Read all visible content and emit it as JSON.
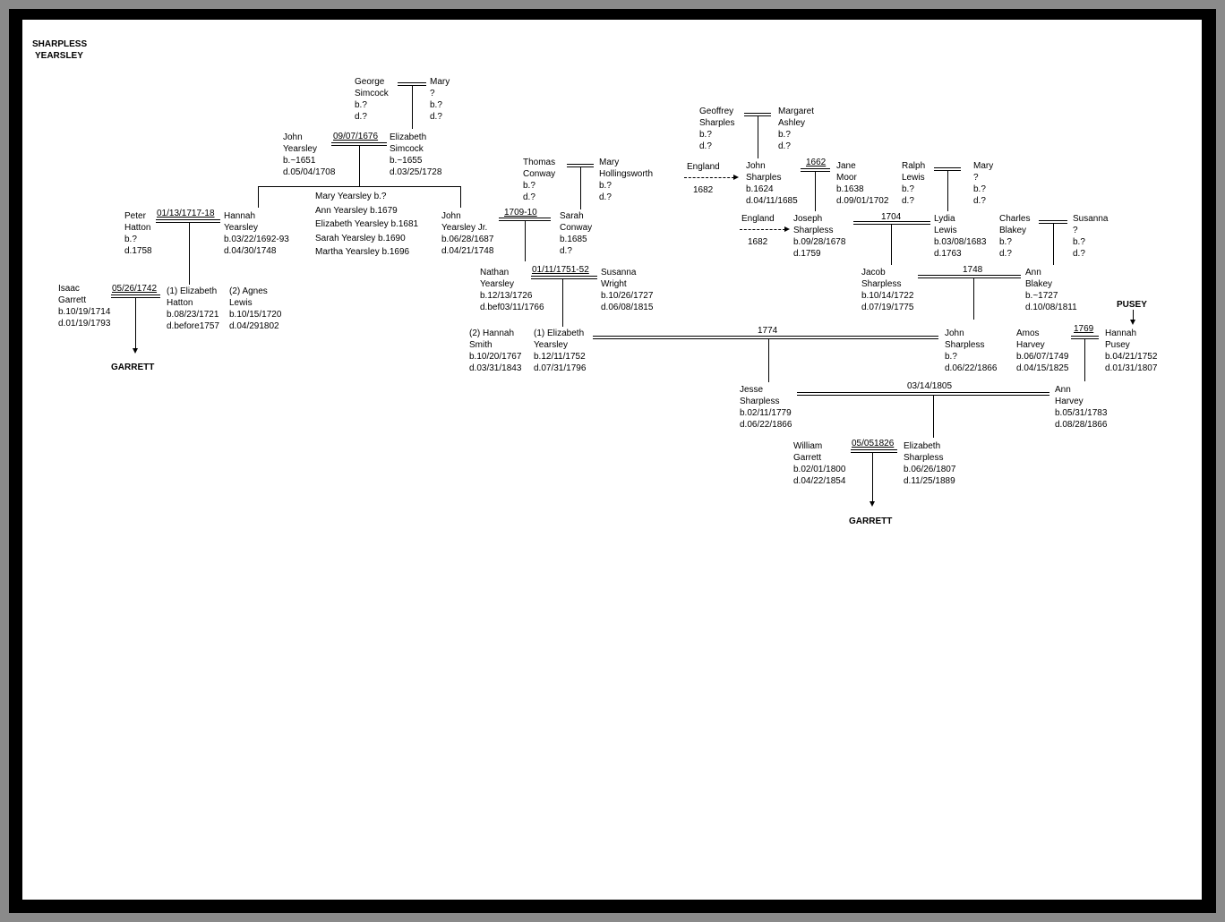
{
  "title": [
    "SHARPLESS",
    "YEARSLEY"
  ],
  "people": {
    "george_simcock": [
      "George",
      "Simcock",
      "b.?",
      "d.?"
    ],
    "mary_q1": [
      "Mary",
      "?",
      "b.?",
      "d.?"
    ],
    "john_yearsley": [
      "John",
      "Yearsley",
      "b.~1651",
      "d.05/04/1708"
    ],
    "elizabeth_simcock": [
      "Elizabeth",
      "Simcock",
      "b.~1655",
      "d.03/25/1728"
    ],
    "yearsley_siblings": [
      "Mary Yearsley b.?",
      "Ann Yearsley b.1679",
      "Elizabeth Yearsley b.1681",
      "Sarah Yearsley b.1690",
      "Martha Yearsley b.1696"
    ],
    "peter_hatton": [
      "Peter",
      "Hatton",
      "b.?",
      "d.1758"
    ],
    "hannah_yearsley": [
      "Hannah",
      "Yearsley",
      "b.03/22/1692-93",
      "d.04/30/1748"
    ],
    "john_yearsley_jr": [
      "John",
      "Yearsley Jr.",
      "b.06/28/1687",
      "d.04/21/1748"
    ],
    "thomas_conway": [
      "Thomas",
      "Conway",
      "b.?",
      "d.?"
    ],
    "mary_hollingsworth": [
      "Mary",
      "Hollingsworth",
      "b.?",
      "d.?"
    ],
    "sarah_conway": [
      "Sarah",
      "Conway",
      "b.1685",
      "d.?"
    ],
    "isaac_garrett": [
      "Isaac",
      "Garrett",
      "b.10/19/1714",
      "d.01/19/1793"
    ],
    "elizabeth_hatton": [
      "(1) Elizabeth",
      "Hatton",
      "b.08/23/1721",
      "d.before1757"
    ],
    "agnes_lewis": [
      "(2) Agnes",
      "Lewis",
      "b.10/15/1720",
      "d.04/291802"
    ],
    "nathan_yearsley": [
      "Nathan",
      "Yearsley",
      "b.12/13/1726",
      "d.bef03/11/1766"
    ],
    "susanna_wright": [
      "Susanna",
      "Wright",
      "b.10/26/1727",
      "d.06/08/1815"
    ],
    "hannah_smith": [
      "(2) Hannah",
      "Smith",
      "b.10/20/1767",
      "d.03/31/1843"
    ],
    "elizabeth_yearsley": [
      "(1) Elizabeth",
      "Yearsley",
      "b.12/11/1752",
      "d.07/31/1796"
    ],
    "geoffrey_sharples": [
      "Geoffrey",
      "Sharples",
      "b.?",
      "d.?"
    ],
    "margaret_ashley": [
      "Margaret",
      "Ashley",
      "b.?",
      "d.?"
    ],
    "john_sharples": [
      "John",
      "Sharples",
      "b.1624",
      "d.04/11/1685"
    ],
    "jane_moor": [
      "Jane",
      "Moor",
      "b.1638",
      "d.09/01/1702"
    ],
    "ralph_lewis": [
      "Ralph",
      "Lewis",
      "b.?",
      "d.?"
    ],
    "mary_q2": [
      "Mary",
      "?",
      "b.?",
      "d.?"
    ],
    "joseph_sharpless": [
      "Joseph",
      "Sharpless",
      "b.09/28/1678",
      "d.1759"
    ],
    "lydia_lewis": [
      "Lydia",
      "Lewis",
      "b.03/08/1683",
      "d.1763"
    ],
    "charles_blakey": [
      "Charles",
      "Blakey",
      "b.?",
      "d.?"
    ],
    "susanna_q": [
      "Susanna",
      "?",
      "b.?",
      "d.?"
    ],
    "jacob_sharpless": [
      "Jacob",
      "Sharpless",
      "b.10/14/1722",
      "d.07/19/1775"
    ],
    "ann_blakey": [
      "Ann",
      "Blakey",
      "b.~1727",
      "d.10/08/1811"
    ],
    "john_sharpless": [
      "John",
      "Sharpless",
      "b.?",
      "d.06/22/1866"
    ],
    "amos_harvey": [
      "Amos",
      "Harvey",
      "b.06/07/1749",
      "d.04/15/1825"
    ],
    "hannah_pusey": [
      "Hannah",
      "Pusey",
      "b.04/21/1752",
      "d.01/31/1807"
    ],
    "jesse_sharpless": [
      "Jesse",
      "Sharpless",
      "b.02/11/1779",
      "d.06/22/1866"
    ],
    "ann_harvey": [
      "Ann",
      "Harvey",
      "b.05/31/1783",
      "d.08/28/1866"
    ],
    "william_garrett": [
      "William",
      "Garrett",
      "b.02/01/1800",
      "d.04/22/1854"
    ],
    "elizabeth_sharpless": [
      "Elizabeth",
      "Sharpless",
      "b.06/26/1807",
      "d.11/25/1889"
    ]
  },
  "marriage_dates": {
    "yearsley_simcock": "09/07/1676",
    "hatton_yearsley": "01/13/1717-18",
    "yearsley_conway": "1709-10",
    "garrett_hatton": "05/26/1742",
    "nathan_susanna": "01/11/1751-52",
    "sharples_moor": "1662",
    "sharpless_lewis": "1704",
    "jacob_ann": "1748",
    "elizabeth_john": "1774",
    "harvey_pusey": "1769",
    "jesse_ann": "03/14/1805",
    "garrett_sharpless": "05/051826"
  },
  "immigration": [
    {
      "country": "England",
      "year": "1682"
    },
    {
      "country": "England",
      "year": "1682"
    }
  ],
  "family_refs": {
    "garrett_left": "GARRETT",
    "garrett_bottom": "GARRETT",
    "pusey": "PUSEY"
  }
}
